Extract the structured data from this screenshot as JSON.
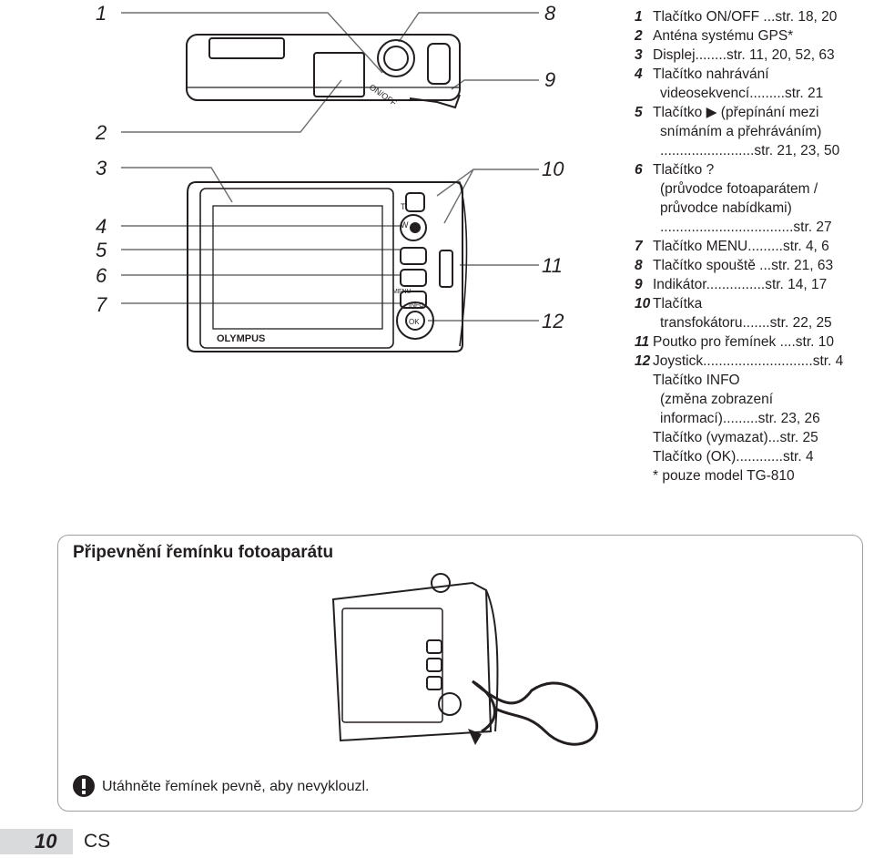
{
  "callouts_left": [
    "1",
    "2",
    "3",
    "4",
    "5",
    "6",
    "7"
  ],
  "callouts_right": [
    "8",
    "9",
    "10",
    "11",
    "12"
  ],
  "camera": {
    "brand": "OLYMPUS",
    "dial_label": "ON/OFF",
    "zoom_t": "T",
    "zoom_w": "W",
    "menu_label": "MENU",
    "info_label": "INFO",
    "ok_label": "OK"
  },
  "legend": [
    {
      "n": "1",
      "lines": [
        "Tlačítko ON/OFF ...str. 18, 20"
      ]
    },
    {
      "n": "2",
      "lines": [
        "Anténa systému GPS*"
      ]
    },
    {
      "n": "3",
      "lines": [
        "Displej........str. 11, 20, 52, 63"
      ]
    },
    {
      "n": "4",
      "lines": [
        "Tlačítko nahrávání",
        "videosekvencí.........str. 21"
      ]
    },
    {
      "n": "5",
      "lines": [
        "Tlačítko ▶ (přepínání mezi",
        "snímáním a přehráváním)",
        "........................str. 21, 23, 50"
      ]
    },
    {
      "n": "6",
      "lines": [
        "Tlačítko ?",
        "(průvodce fotoaparátem /",
        "průvodce nabídkami)",
        "..................................str. 27"
      ]
    },
    {
      "n": "7",
      "lines": [
        "Tlačítko MENU.........str. 4, 6"
      ]
    },
    {
      "n": "8",
      "lines": [
        "Tlačítko spouště ...str. 21, 63"
      ]
    },
    {
      "n": "9",
      "lines": [
        "Indikátor...............str. 14, 17"
      ]
    },
    {
      "n": "10",
      "lines": [
        "Tlačítka",
        "transfokátoru.......str. 22, 25"
      ]
    },
    {
      "n": "11",
      "lines": [
        "Poutko pro řemínek ....str. 10"
      ]
    },
    {
      "n": "12",
      "lines": [
        "Joystick............................str. 4"
      ]
    }
  ],
  "legend_extra": [
    "Tlačítko INFO",
    "(změna zobrazení",
    "informací).........str. 23, 26",
    "Tlačítko (vymazat)...str. 25",
    "Tlačítko (OK)............str. 4",
    "* pouze model TG-810"
  ],
  "strap": {
    "title": "Připevnění řemínku fotoaparátu",
    "note": "Utáhněte řemínek pevně, aby nevyklouzl."
  },
  "footer": {
    "page_number": "10",
    "language": "CS"
  }
}
